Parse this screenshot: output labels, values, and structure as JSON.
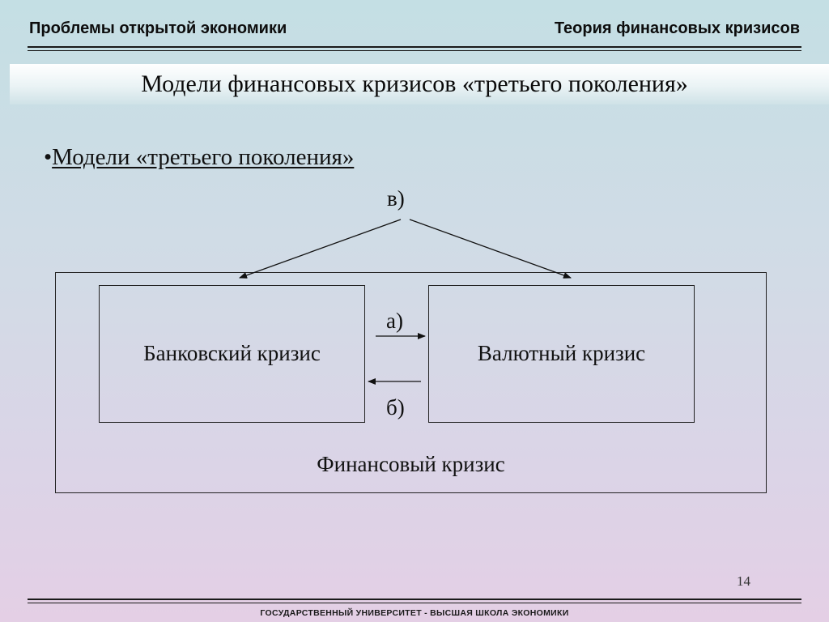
{
  "header": {
    "left": "Проблемы открытой экономики",
    "right": "Теория финансовых кризисов"
  },
  "slide": {
    "title": "Модели финансовых кризисов «третьего поколения»",
    "bullet_symbol": "•",
    "bullet_text": "Модели «третьего поколения»"
  },
  "diagram": {
    "top_label": "в)",
    "left_box": "Банковский кризис",
    "right_box": "Валютный кризис",
    "arrow_right_label": "а)",
    "arrow_left_label": "б)",
    "outer_box": "Финансовый кризис"
  },
  "page_number": "14",
  "footer": "ГОСУДАРСТВЕННЫЙ УНИВЕРСИТЕТ - ВЫСШАЯ ШКОЛА ЭКОНОМИКИ"
}
